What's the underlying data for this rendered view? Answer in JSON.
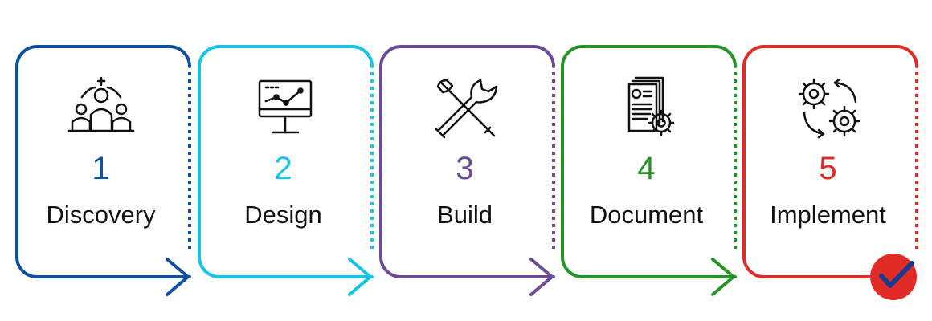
{
  "steps": [
    {
      "number": "1",
      "label": "Discovery",
      "color": "#0f4fa0",
      "icon": "team-collaboration-icon"
    },
    {
      "number": "2",
      "label": "Design",
      "color": "#14c5e8",
      "icon": "analytics-monitor-icon"
    },
    {
      "number": "3",
      "label": "Build",
      "color": "#6a4b97",
      "icon": "wrench-hammer-tools-icon"
    },
    {
      "number": "4",
      "label": "Document",
      "color": "#249424",
      "icon": "document-gear-icon"
    },
    {
      "number": "5",
      "label": "Implement",
      "color": "#e02b26",
      "icon": "gear-cycle-icon"
    }
  ],
  "completion_badge": {
    "icon": "checkmark-icon",
    "fill_color": "#e02b26",
    "check_color": "#163b8f"
  }
}
